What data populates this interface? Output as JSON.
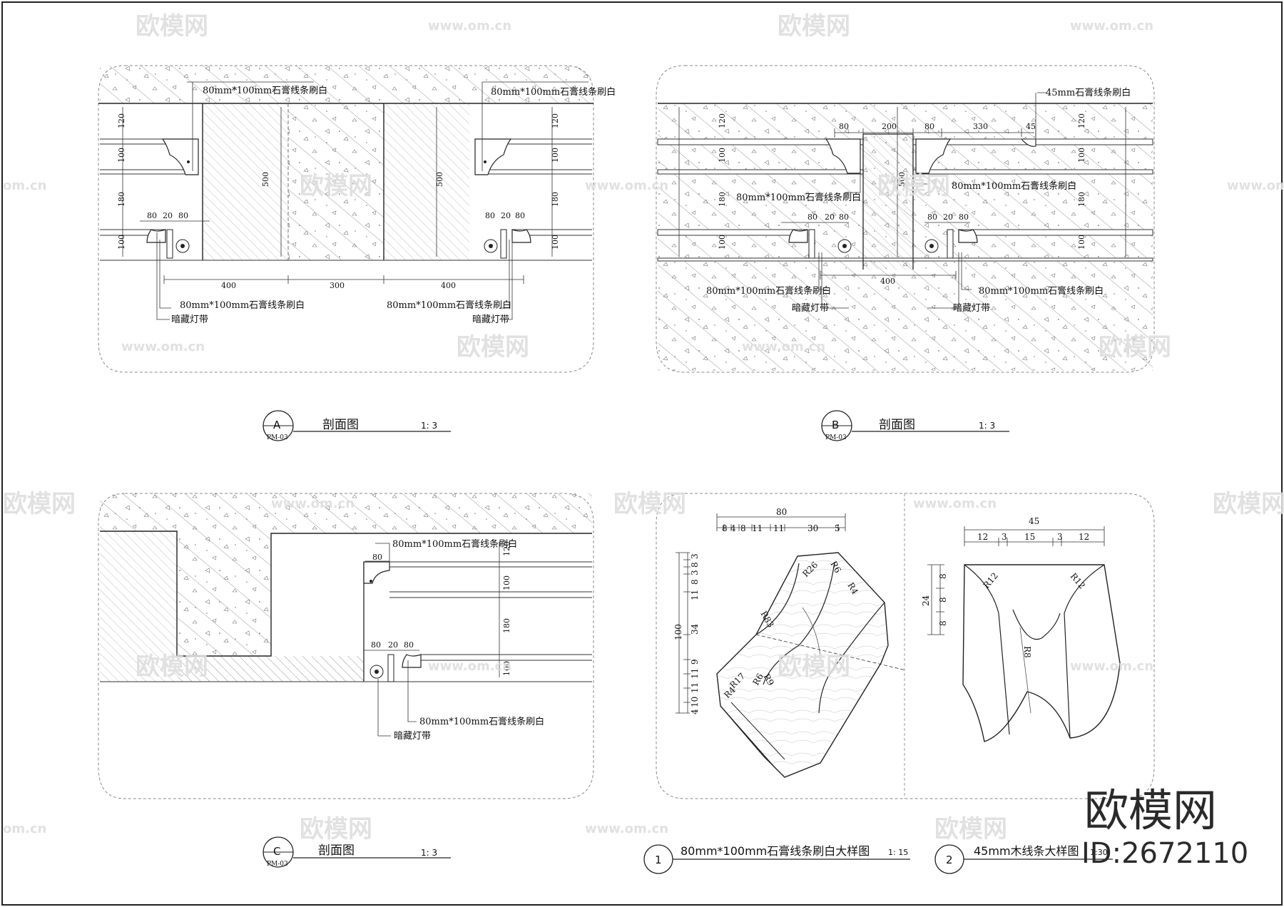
{
  "watermark": {
    "logo_text": "欧模网",
    "url_text": "www.om.cn",
    "url_fragment": "om.cn"
  },
  "brand": {
    "name": "欧模网",
    "id_text": "ID:2672110"
  },
  "panel_a": {
    "labels": {
      "molding_top_left": "80mm*100mm石膏线条刷白",
      "molding_top_right": "80mm*100mm石膏线条刷白",
      "molding_bottom_left": "80mm*100mm石膏线条刷白",
      "molding_bottom_right": "80mm*100mm石膏线条刷白",
      "light_left": "暗藏灯带",
      "light_right": "暗藏灯带"
    },
    "dims": [
      "120",
      "100",
      "180",
      "100",
      "500",
      "500",
      "120",
      "100",
      "180",
      "100",
      "80",
      "20",
      "80",
      "80",
      "20",
      "80",
      "400",
      "300",
      "400"
    ],
    "title": {
      "letter": "A",
      "ref": "PM-03",
      "name": "剖面图",
      "scale": "1: 3"
    }
  },
  "panel_b": {
    "labels": {
      "molding_45": "45mm石膏线条刷白",
      "molding_left_upper": "80mm*100mm石膏线条刷白",
      "molding_right_upper": "80mm*100mm石膏线条刷白",
      "molding_left_lower": "80mm*100mm石膏线条刷白",
      "molding_right_lower": "80mm*100mm石膏线条刷白",
      "light_left": "暗藏灯带",
      "light_right": "暗藏灯带"
    },
    "dims": [
      "120",
      "100",
      "180",
      "100",
      "500",
      "120",
      "100",
      "180",
      "100",
      "80",
      "200",
      "80",
      "330",
      "45",
      "80",
      "20",
      "80",
      "80",
      "20",
      "80",
      "400"
    ],
    "title": {
      "letter": "B",
      "ref": "PM-03",
      "name": "剖面图",
      "scale": "1: 3"
    }
  },
  "panel_c": {
    "labels": {
      "molding_top": "80mm*100mm石膏线条刷白",
      "molding_bottom": "80mm*100mm石膏线条刷白",
      "light": "暗藏灯带"
    },
    "dims": [
      "80",
      "120",
      "100",
      "180",
      "100",
      "80",
      "20",
      "80"
    ],
    "title": {
      "letter": "C",
      "ref": "PM-03",
      "name": "剖面图",
      "scale": "1: 3"
    }
  },
  "detail_1": {
    "dims_top": [
      "80",
      "8",
      "4",
      "8",
      "11",
      "11",
      "30",
      "5"
    ],
    "dims_left": [
      "3",
      "8",
      "3",
      "8",
      "11",
      "34",
      "9",
      "11",
      "11",
      "10",
      "4",
      "100"
    ],
    "radii": [
      "R26",
      "R6",
      "R4",
      "R83",
      "R9",
      "R6",
      "R17",
      "R4"
    ],
    "title": {
      "number": "1",
      "name": "80mm*100mm石膏线条刷白大样图",
      "scale": "1: 15"
    }
  },
  "detail_2": {
    "dims_top": [
      "45",
      "12",
      "3",
      "15",
      "3",
      "12"
    ],
    "dims_left": [
      "24",
      "8",
      "8",
      "8"
    ],
    "radii": [
      "R12",
      "R12",
      "R8"
    ],
    "title": {
      "number": "2",
      "name": "45mm木线条大样图",
      "scale": "1:30"
    }
  }
}
